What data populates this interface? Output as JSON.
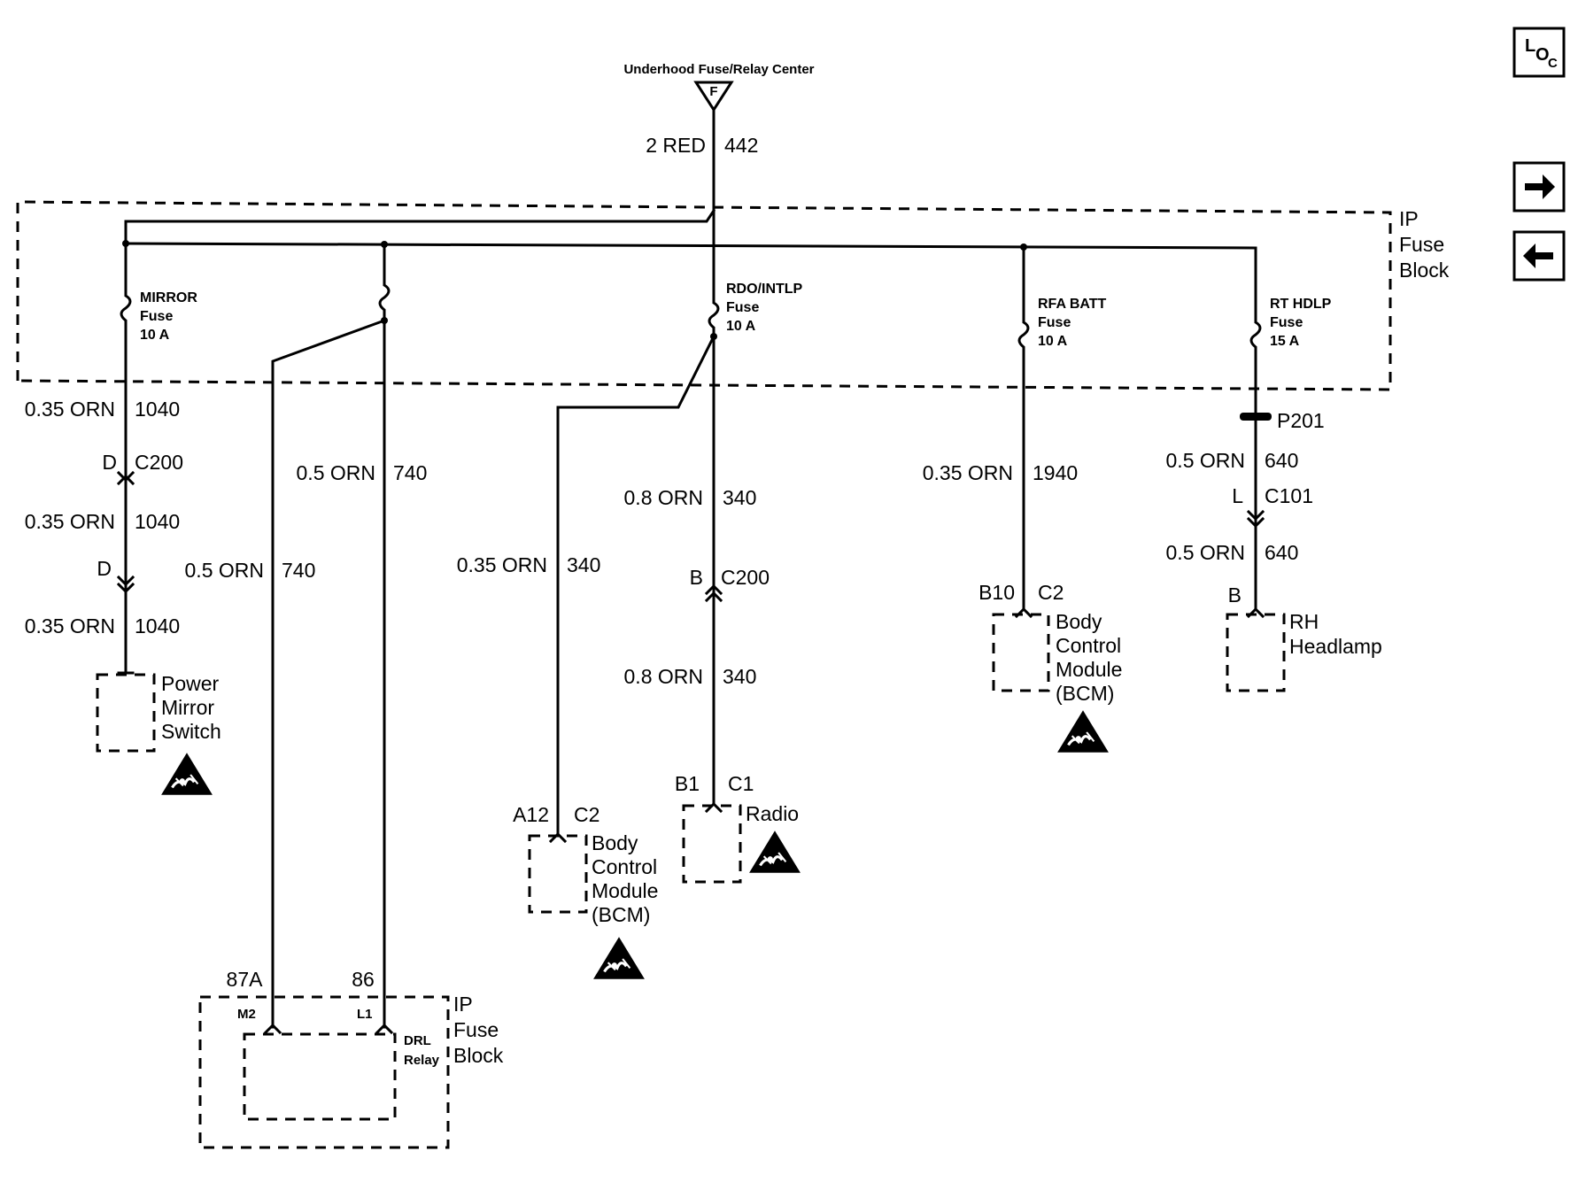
{
  "source": {
    "label": "Underhood Fuse/Relay Center",
    "pin": "F"
  },
  "main_wire": {
    "gauge": "2 RED",
    "circuit": "442"
  },
  "ip_fuse_block": {
    "label": [
      "IP",
      "Fuse",
      "Block"
    ]
  },
  "fuses": {
    "mirror": [
      "MIRROR",
      "Fuse",
      "10 A"
    ],
    "rdo": [
      "RDO/INTLP",
      "Fuse",
      "10 A"
    ],
    "rfa": [
      "RFA BATT",
      "Fuse",
      "10 A"
    ],
    "rthdlp": [
      "RT HDLP",
      "Fuse",
      "15 A"
    ]
  },
  "mirror_branch": {
    "wire1": {
      "gauge": "0.35 ORN",
      "circuit": "1040"
    },
    "conn1": {
      "pin": "D",
      "name": "C200"
    },
    "wire2": {
      "gauge": "0.35 ORN",
      "circuit": "1040"
    },
    "conn2": {
      "pin": "D"
    },
    "wire3": {
      "gauge": "0.35 ORN",
      "circuit": "1040"
    },
    "component": [
      "Power",
      "Mirror",
      "Switch"
    ]
  },
  "drl_branch": {
    "wire_86": {
      "gauge": "0.5 ORN",
      "circuit": "740"
    },
    "wire_87a": {
      "gauge": "0.5 ORN",
      "circuit": "740"
    },
    "pin_87a": "87A",
    "pin_86": "86",
    "term_m2": "M2",
    "term_l1": "L1",
    "relay": [
      "DRL",
      "Relay"
    ],
    "block": [
      "IP",
      "Fuse",
      "Block"
    ]
  },
  "bcm_left": {
    "wire": {
      "gauge": "0.35 ORN",
      "circuit": "340"
    },
    "pin": "A12",
    "conn": "C2",
    "component": [
      "Body",
      "Control",
      "Module",
      "(BCM)"
    ]
  },
  "radio_branch": {
    "wire1": {
      "gauge": "0.8 ORN",
      "circuit": "340"
    },
    "conn": {
      "pin": "B",
      "name": "C200"
    },
    "wire2": {
      "gauge": "0.8 ORN",
      "circuit": "340"
    },
    "pin": "B1",
    "connector": "C1",
    "component": "Radio"
  },
  "bcm_right": {
    "wire": {
      "gauge": "0.35 ORN",
      "circuit": "1940"
    },
    "pin": "B10",
    "conn": "C2",
    "component": [
      "Body",
      "Control",
      "Module",
      "(BCM)"
    ]
  },
  "headlamp_branch": {
    "splice": "P201",
    "wire1": {
      "gauge": "0.5 ORN",
      "circuit": "640"
    },
    "conn": {
      "pin": "L",
      "name": "C101"
    },
    "wire2": {
      "gauge": "0.5 ORN",
      "circuit": "640"
    },
    "pin": "B",
    "component": [
      "RH",
      "Headlamp"
    ]
  },
  "nav": {
    "loc_icon": "location-icon",
    "next_icon": "arrow-right-icon",
    "prev_icon": "arrow-left-icon",
    "loc_text": {
      "l": "L",
      "o": "O",
      "c": "C"
    }
  }
}
